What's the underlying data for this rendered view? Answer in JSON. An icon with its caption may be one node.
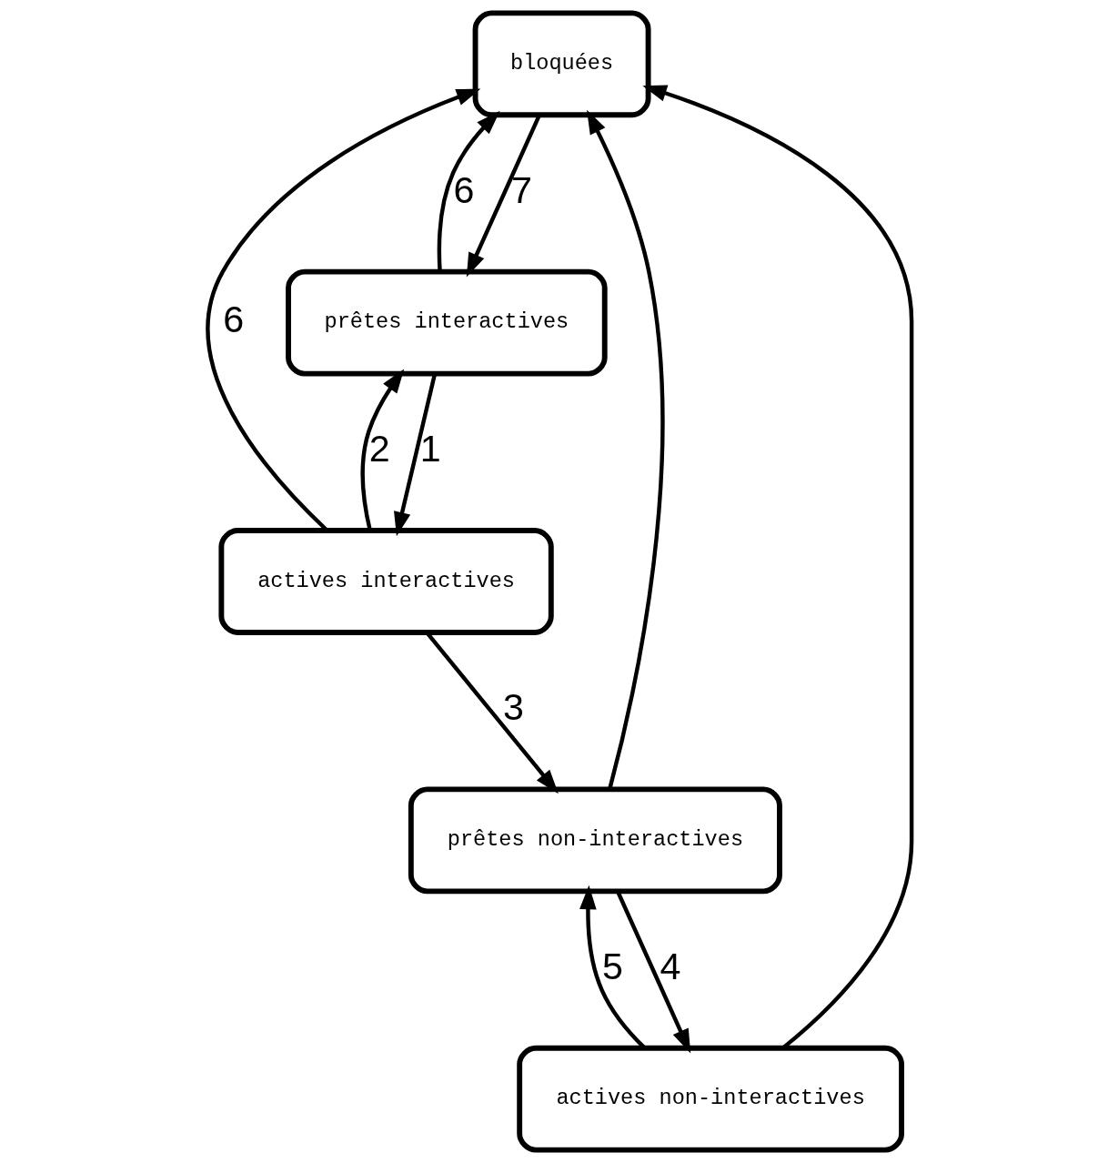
{
  "diagram": {
    "nodes": [
      {
        "text": [
          "bloquées"
        ]
      },
      {
        "text": [
          "actives interactives"
        ]
      },
      {
        "text": [
          "actives non-interactives"
        ]
      },
      {
        "text": [
          "prêtes interactives"
        ]
      },
      {
        "text": [
          "prêtes non-interactives"
        ]
      }
    ],
    "edges": [
      {
        "from": 1,
        "to": 0,
        "arrow": "to",
        "label": "6"
      },
      {
        "from": 2,
        "to": 0,
        "arrow": "to"
      },
      {
        "from": 3,
        "to": 1,
        "arrow": "to",
        "label": "1"
      },
      {
        "from": 1,
        "to": 3,
        "arrow": "to",
        "label": "2"
      },
      {
        "from": 1,
        "to": 4,
        "arrow": "to",
        "label": "3"
      },
      {
        "from": 4,
        "to": 2,
        "arrow": "to",
        "label": "4"
      },
      {
        "from": 2,
        "to": 4,
        "arrow": "to",
        "label": "5"
      },
      {
        "from": 0,
        "to": 3,
        "arrow": "to",
        "label": "7"
      },
      {
        "from": 3,
        "to": 0,
        "arrow": "to",
        "label": "6"
      },
      {
        "from": 4,
        "to": 0,
        "arrow": "to"
      }
    ]
  }
}
